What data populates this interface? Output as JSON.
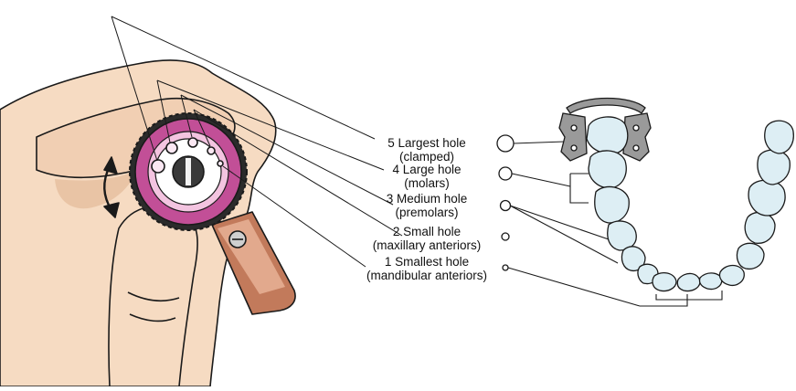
{
  "labels": [
    {
      "line1": "5 Largest hole",
      "line2": "(clamped)"
    },
    {
      "line1": "4 Large hole",
      "line2": "(molars)"
    },
    {
      "line1": "3 Medium hole",
      "line2": "(premolars)"
    },
    {
      "line1": "2 Small hole",
      "line2": "(maxillary anteriors)"
    },
    {
      "line1": "1 Smallest hole",
      "line2": "(mandibular anteriors)"
    }
  ],
  "colors": {
    "skin": "#f6dbc2",
    "skin_shadow": "#e9c4a5",
    "outline": "#1a1a1a",
    "punch_table_outer": "#c24f97",
    "punch_table_inner": "#f3c4e0",
    "handle": "#c27a5b",
    "tooth": "#ddeef4",
    "clamp": "#9a9a9a"
  }
}
